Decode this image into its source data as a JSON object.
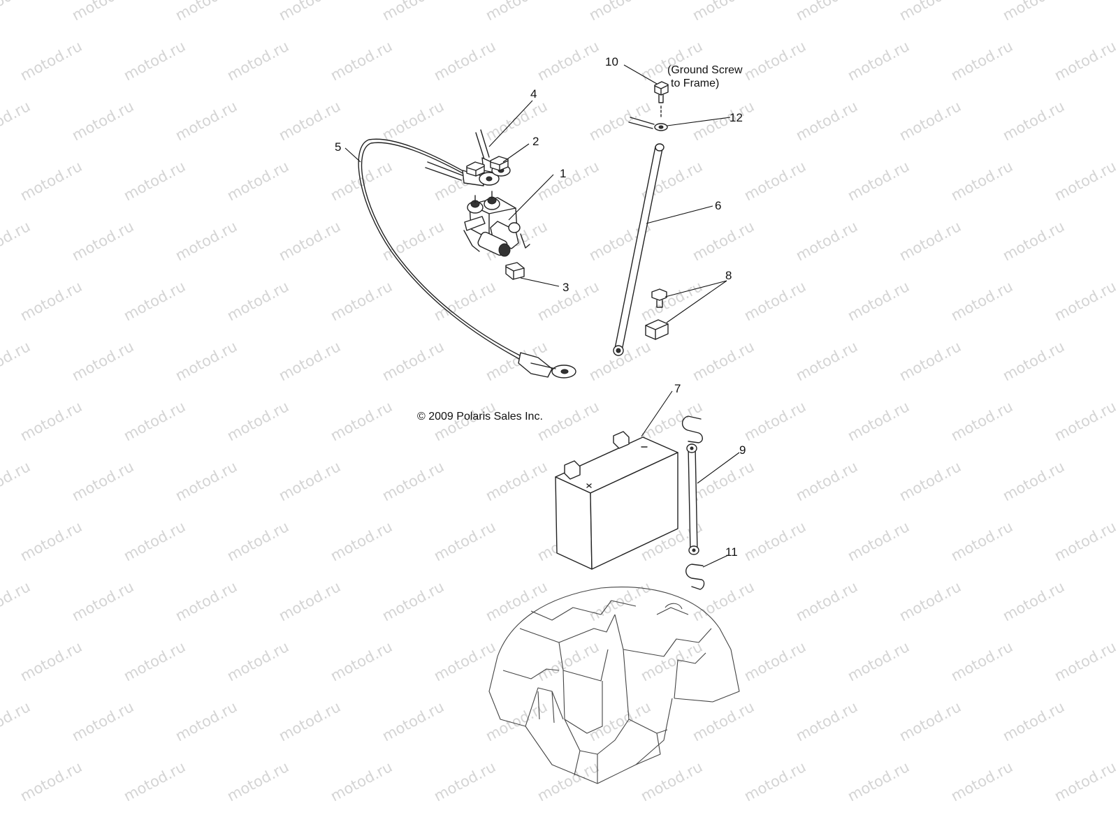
{
  "watermark": {
    "text": "motod.ru",
    "color": "#d2d2d2"
  },
  "copyright": "© 2009 Polaris Sales Inc.",
  "note": {
    "line1": "(Ground Screw",
    "line2": "to Frame)"
  },
  "callouts": [
    "1",
    "2",
    "3",
    "4",
    "5",
    "6",
    "7",
    "8",
    "9",
    "10",
    "11",
    "12"
  ],
  "parts": {
    "solenoid": "solenoid",
    "nut": "nut",
    "bolt": "bolt",
    "cable_short": "cable",
    "cable_long": "cable",
    "battery_strap_rod": "rod",
    "battery": "battery",
    "fastener_set": "fastener",
    "retainer_strap": "strap",
    "ground_screw": "screw",
    "clip": "clip",
    "ground_terminal": "terminal",
    "frame": "frame"
  }
}
